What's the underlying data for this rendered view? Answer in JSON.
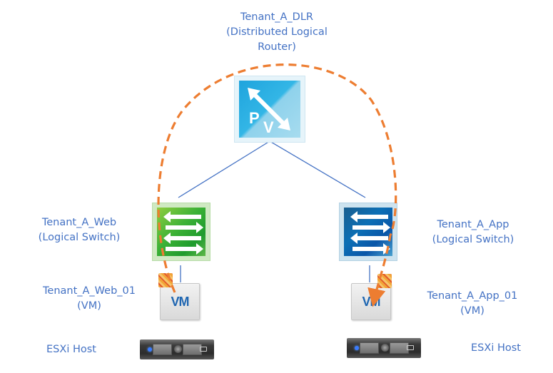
{
  "router": {
    "name": "Tenant_A_DLR",
    "type_line1": "(Distributed Logical",
    "type_line2": "Router)",
    "icon_letters": [
      "P",
      "V"
    ]
  },
  "switches": [
    {
      "name": "Tenant_A_Web",
      "type": "(Logical Switch)",
      "color": "#3bb136"
    },
    {
      "name": "Tenant_A_App",
      "type": "(Logical Switch)",
      "color": "#0c6fb5"
    }
  ],
  "vms": [
    {
      "name": "Tenant_A_Web_01",
      "type": "(VM)",
      "icon_text": "VM"
    },
    {
      "name": "Tenant_A_App_01",
      "type": "(VM)",
      "icon_text": "VM"
    }
  ],
  "hosts": [
    {
      "label": "ESXi Host"
    },
    {
      "label": "ESXi Host"
    }
  ],
  "colors": {
    "label_text": "#4472c4",
    "link_line": "#4472c4",
    "traffic_path": "#ed7d31"
  },
  "traffic_path": {
    "style": "dashed",
    "from": "Tenant_A_Web_01",
    "to": "Tenant_A_App_01",
    "via": "Tenant_A_DLR"
  }
}
